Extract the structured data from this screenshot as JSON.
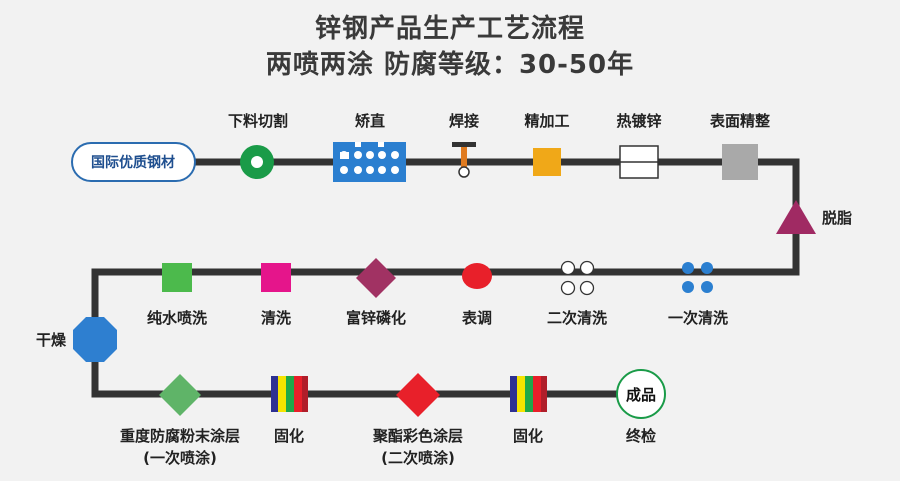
{
  "title": {
    "line1": "锌钢产品生产工艺流程",
    "line2": "两喷两涂  防腐等级：30-50年"
  },
  "start_node": "国际优质钢材",
  "end_node": "成品",
  "steps": {
    "cut": "下料切割",
    "straighten": "矫直",
    "weld": "焊接",
    "finish": "精加工",
    "galvanize": "热镀锌",
    "surface": "表面精整",
    "degrease": "脱脂",
    "rinse1": "一次清洗",
    "rinse2": "二次清洗",
    "adjust": "表调",
    "phosphate": "富锌磷化",
    "wash": "清洗",
    "pure_water": "纯水喷洗",
    "dry": "干燥",
    "powder1": "重度防腐粉末涂层",
    "powder1_sub": "(一次喷涂)",
    "cure1": "固化",
    "powder2": "聚酯彩色涂层",
    "powder2_sub": "(二次喷涂)",
    "cure2": "固化",
    "inspect": "终检"
  },
  "colors": {
    "line": "#333333",
    "green_ring": "#1a9b48",
    "blue": "#2b7fd0",
    "orange": "#e07b20",
    "amber": "#f0a818",
    "grey": "#a9a9a9",
    "maroon": "#a02a63",
    "green": "#4cba4c",
    "magenta": "#e5158b",
    "purple_diamond": "#a13263",
    "red": "#e8202a",
    "dry_blue": "#2e7fd0",
    "green_diamond": "#5fb468",
    "red_diamond": "#e8202a"
  },
  "icons": {
    "cut": "ring-icon",
    "straighten": "perforated-block-icon",
    "weld": "welding-torch-icon",
    "finish": "square-icon",
    "galvanize": "split-rectangle-icon",
    "surface": "square-icon",
    "degrease": "triangle-icon",
    "rinse1": "four-dots-icon",
    "rinse2": "four-circles-icon",
    "adjust": "circle-icon",
    "phosphate": "diamond-icon",
    "wash": "square-icon",
    "pure_water": "square-icon",
    "dry": "octagon-icon",
    "powder1": "diamond-icon",
    "cure": "color-stripes-icon",
    "powder2": "diamond-icon"
  }
}
